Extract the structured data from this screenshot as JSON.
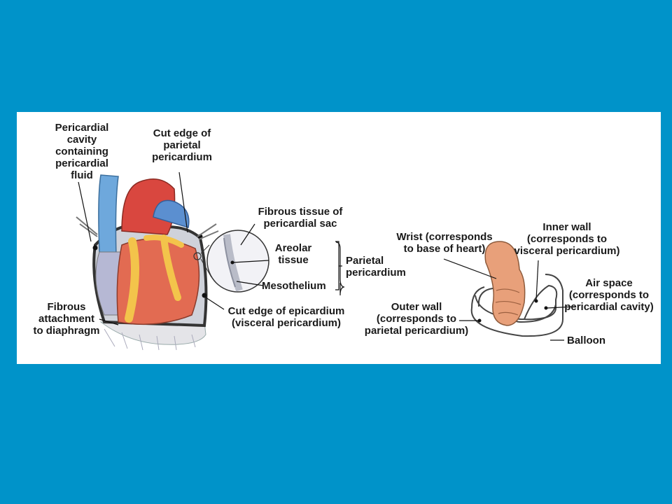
{
  "heart_labels": {
    "pericardial_cavity": "Pericardial\ncavity\ncontaining\npericardial\nfluid",
    "cut_edge_parietal": "Cut edge of\nparietal\npericardium",
    "fibrous_tissue": "Fibrous tissue of\npericardial sac",
    "areolar": "Areolar\ntissue",
    "parietal_pericardium": "Parietal\npericardium",
    "mesothelium": "Mesothelium",
    "fibrous_attachment": "Fibrous\nattachment\nto diaphragm",
    "cut_edge_epicardium": "Cut edge of epicardium\n(visceral pericardium)"
  },
  "balloon_labels": {
    "wrist": "Wrist (corresponds\nto base of heart)",
    "inner_wall": "Inner wall\n(corresponds to\nvisceral pericardium)",
    "air_space": "Air space\n(corresponds to\npericardial cavity)",
    "outer_wall": "Outer wall\n(corresponds to\nparietal pericardium)",
    "balloon": "Balloon"
  },
  "colors": {
    "background": "#0093c9",
    "panel": "#ffffff",
    "heart": "#e0604c",
    "vessel_blue": "#5a9fd4",
    "fat": "#f4c24a"
  }
}
